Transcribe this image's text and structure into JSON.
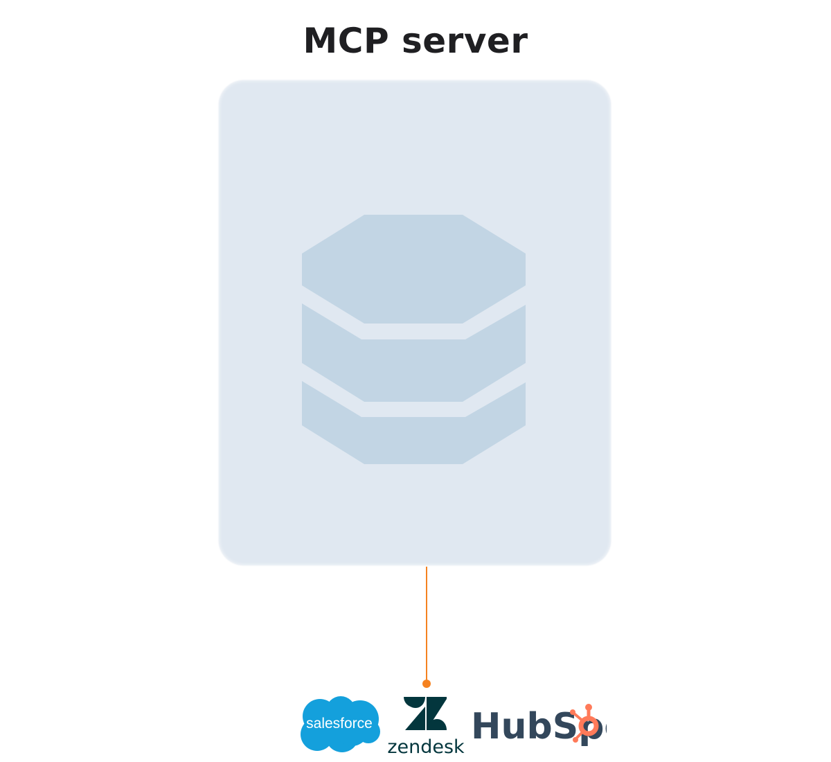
{
  "diagram": {
    "title": "MCP server",
    "server_icon": "database-stack-icon",
    "colors": {
      "card_background": "#e0e8f1",
      "icon_fill": "#c2d5e4",
      "connector": "#f58220",
      "salesforce": "#14a0dc",
      "zendesk": "#03363d",
      "hubspot_text": "#33475b",
      "hubspot_sprocket": "#ff7a59"
    },
    "integrations": [
      {
        "name": "salesforce",
        "icon": "salesforce-logo"
      },
      {
        "name": "zendesk",
        "icon": "zendesk-logo"
      },
      {
        "name": "HubSpot",
        "icon": "hubspot-logo"
      }
    ]
  }
}
